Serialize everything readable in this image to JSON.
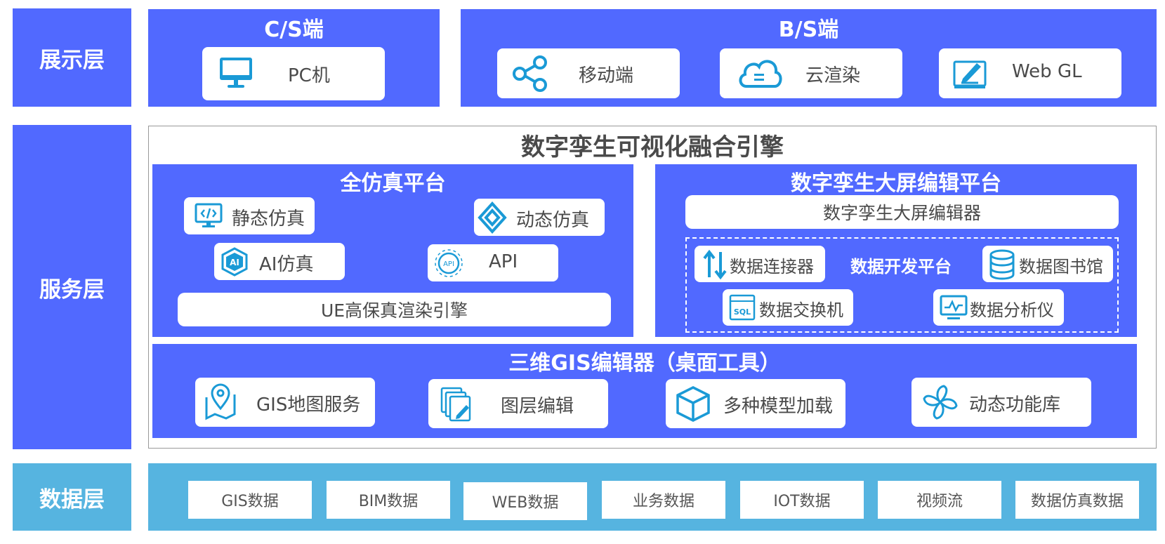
{
  "layers": {
    "display": "展示层",
    "service": "服务层",
    "data": "数据层"
  },
  "display": {
    "cs": {
      "title": "C/S端",
      "items": [
        {
          "label": "PC机",
          "icon": "monitor-icon"
        }
      ]
    },
    "bs": {
      "title": "B/S端",
      "items": [
        {
          "label": "移动端",
          "icon": "share-icon"
        },
        {
          "label": "云渲染",
          "icon": "cloud-icon"
        },
        {
          "label": "Web GL",
          "icon": "edit-screen-icon"
        }
      ]
    }
  },
  "service": {
    "engine_title": "数字孪生可视化融合引擎",
    "simulation": {
      "title": "全仿真平台",
      "items": [
        {
          "label": "静态仿真",
          "icon": "code-monitor-icon"
        },
        {
          "label": "动态仿真",
          "icon": "diamond-logo-icon"
        },
        {
          "label": "AI仿真",
          "icon": "ai-hexagon-icon"
        },
        {
          "label": "API",
          "icon": "api-icon"
        }
      ],
      "engine": "UE高保真渲染引擎"
    },
    "bigscreen": {
      "title": "数字孪生大屏编辑平台",
      "editor": "数字孪生大屏编辑器",
      "dev_platform": "数据开发平台",
      "items": [
        {
          "label": "数据连接器",
          "icon": "updown-arrows-icon"
        },
        {
          "label": "数据图书馆",
          "icon": "database-icon"
        },
        {
          "label": "数据交换机",
          "icon": "sql-window-icon"
        },
        {
          "label": "数据分析仪",
          "icon": "analytics-monitor-icon"
        }
      ]
    },
    "gis": {
      "title": "三维GIS编辑器（桌面工具）",
      "items": [
        {
          "label": "GIS地图服务",
          "icon": "map-pin-icon"
        },
        {
          "label": "图层编辑",
          "icon": "layers-edit-icon"
        },
        {
          "label": "多种模型加载",
          "icon": "cube-icon"
        },
        {
          "label": "动态功能库",
          "icon": "pinwheel-icon"
        }
      ]
    }
  },
  "data_layer": {
    "items": [
      "GIS数据",
      "BIM数据",
      "WEB数据",
      "业务数据",
      "IOT数据",
      "视频流",
      "数据仿真数据"
    ]
  },
  "colors": {
    "primary": "#5169ff",
    "data_layer": "#56b4e0",
    "icon": "#1a9ad6",
    "card_bg": "#ffffff"
  }
}
